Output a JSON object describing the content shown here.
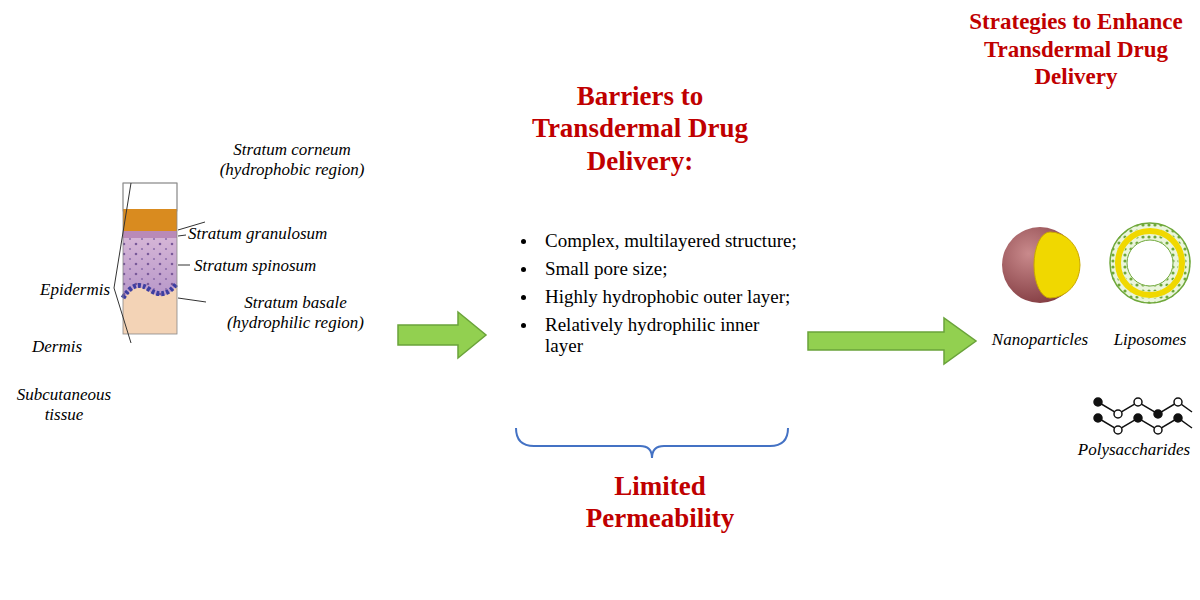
{
  "diagram": {
    "labels": [
      "Stratum corneum (hydrophobic region)",
      "Stratum granulosum",
      "Stratum spinosum",
      "Stratum basale (hydrophilic region)",
      "Epidermis",
      "Dermis",
      "Subcutaneous tissue",
      "Barriers to Transdermal Drug Delivery:",
      "Complex, multilayered structure;",
      "Small pore size;",
      "Highly hydrophobic outer layer;",
      "Relatively hydrophilic inner layer",
      "Limited Permeability",
      "Strategies to Enhance Transdermal Drug Delivery",
      "Nanoparticles",
      "Liposomes",
      "Polysaccharides"
    ]
  }
}
